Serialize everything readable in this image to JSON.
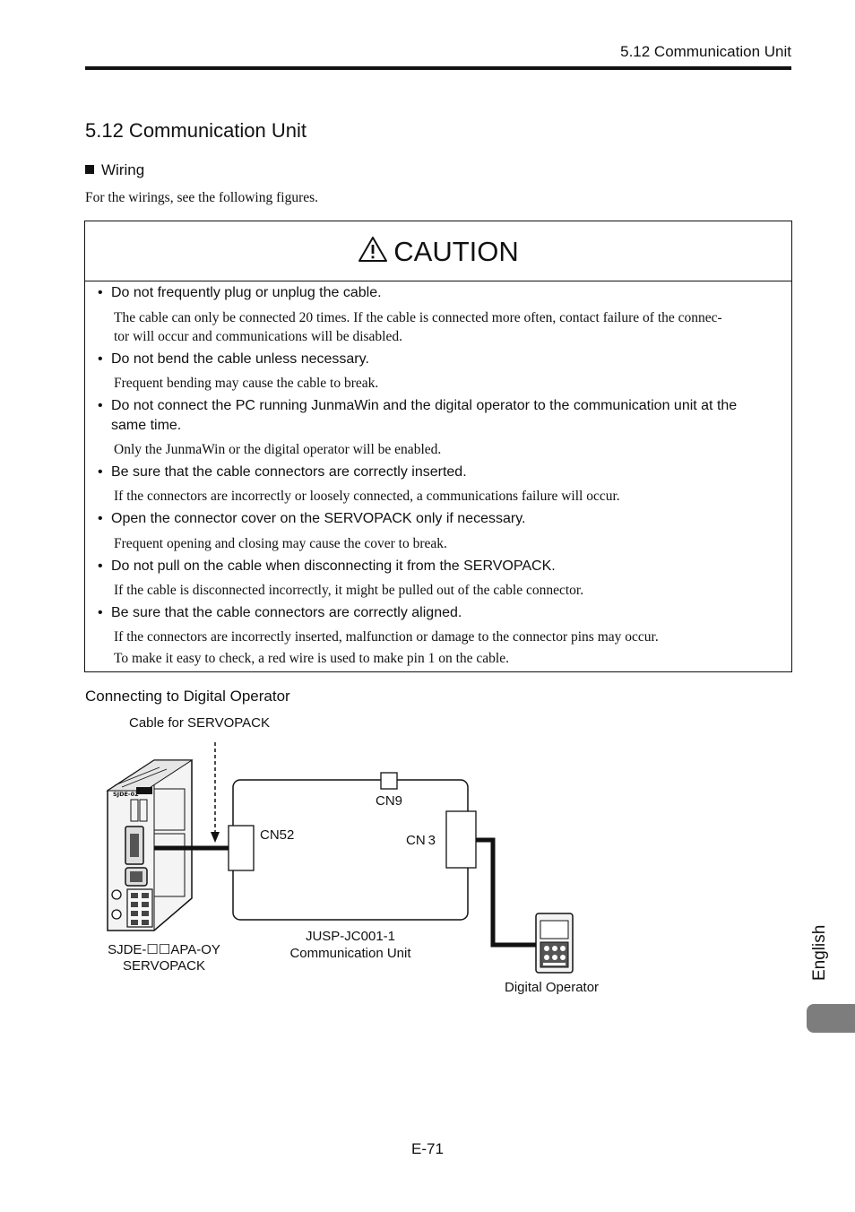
{
  "header": {
    "running_title": "5.12  Communication Unit"
  },
  "section": {
    "title": "5.12  Communication Unit",
    "subheading": "Wiring",
    "intro": "For the wirings, see the following figures."
  },
  "caution": {
    "title": "CAUTION",
    "items": [
      {
        "heading": "Do not frequently plug or unplug the cable.",
        "notes": [
          "The cable can only be connected 20 times. If the cable is connected more often, contact failure of the connec-",
          "tor will occur and communications will be disabled."
        ]
      },
      {
        "heading": "Do not bend the cable unless necessary.",
        "notes": [
          "Frequent bending may cause the cable to break."
        ]
      },
      {
        "heading": "Do not connect the PC running JunmaWin and the digital operator to the communication unit at the",
        "heading2": "same time.",
        "notes": [
          "Only the JunmaWin or the digital operator will be enabled."
        ]
      },
      {
        "heading": "Be sure that the cable connectors are correctly inserted.",
        "notes": [
          "If the connectors are incorrectly or loosely connected, a communications failure will occur."
        ]
      },
      {
        "heading": "Open the connector cover on the SERVOPACK only if necessary.",
        "notes": [
          "Frequent opening and closing may cause the cover to break."
        ]
      },
      {
        "heading": "Do not pull on the cable when disconnecting it from the SERVOPACK.",
        "notes": [
          "If the cable is disconnected incorrectly, it might be pulled out of the cable connector."
        ]
      },
      {
        "heading": "Be sure that the cable connectors are correctly aligned.",
        "notes": [
          "If the connectors are incorrectly inserted, malfunction or damage to the connector pins may occur.",
          "To make it easy to check, a red wire is used to make pin 1 on the cable."
        ]
      }
    ]
  },
  "diagram": {
    "title": "Connecting to Digital Operator",
    "cable_label": "Cable for SERVOPACK",
    "cn9": "CN9",
    "cn52": "CN52",
    "cn3": "CN 3",
    "servopack_model": "SJDE-☐☐APA-OY",
    "servopack_name": "SERVOPACK",
    "unit_model": "JUSP-JC001-1",
    "unit_name": "Communication Unit",
    "operator_name": "Digital Operator",
    "device_marking": "SJDE-02"
  },
  "side_tab": {
    "label": "English"
  },
  "footer": {
    "page_number": "E-71"
  }
}
